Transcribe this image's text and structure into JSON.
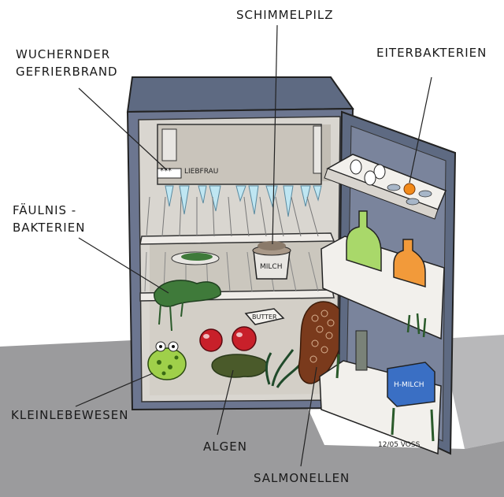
{
  "labels": {
    "schimmelpilz": "SCHIMMELPILZ",
    "gefrierbrand_line1": "WUCHERNDER",
    "gefrierbrand_line2": "GEFRIERBRAND",
    "eiterbakterien": "EITERBAKTERIEN",
    "faeulnis_line1": "FÄULNIS -",
    "faeulnis_line2": "BAKTERIEN",
    "kleinlebewesen": "KLEINLEBEWESEN",
    "algen": "ALGEN",
    "salmonellen": "SALMONELLEN"
  },
  "items": {
    "freezer_brand": "LIEBFRAU",
    "freezer_stars": "***",
    "milk_cup": "MILCH",
    "butter": "BUTTER",
    "h_milch": "H-MILCH",
    "signature": "12/05 VOSS"
  },
  "colors": {
    "fridge_body": "#5e6a82",
    "fridge_inside": "#d9d6d0",
    "shadow": "#8a8a8c",
    "mold_green": "#3f7a3a",
    "frog_green": "#9fd04a",
    "tomato_red": "#c8202a",
    "salmonella_brown": "#7a3a1c",
    "ice_blue": "#bfe6f2",
    "egg_yolk": "#f28a1a",
    "orange_juice": "#f29a3a",
    "bottle_green": "#a9d86a",
    "h_milch_blue": "#3a6fc4"
  }
}
